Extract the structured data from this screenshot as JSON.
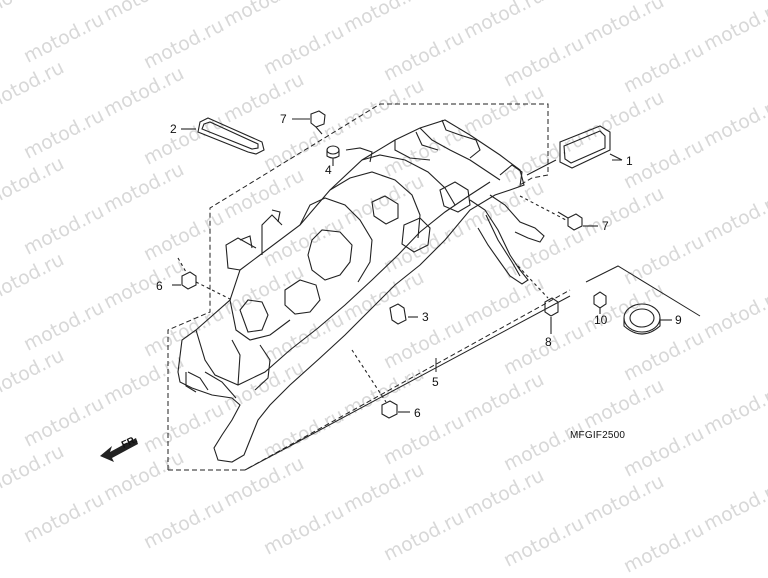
{
  "watermark": "motod.ru",
  "diagram_code": "MFGIF2500",
  "front_arrow_label": "FR.",
  "callouts": {
    "c1": "1",
    "c2": "2",
    "c3": "3",
    "c4": "4",
    "c5": "5",
    "c6a": "6",
    "c6b": "6",
    "c7a": "7",
    "c7b": "7",
    "c8": "8",
    "c9": "9",
    "c10": "10"
  },
  "colors": {
    "line": "#222222",
    "watermark": "#b9b9b9",
    "background": "#ffffff"
  }
}
